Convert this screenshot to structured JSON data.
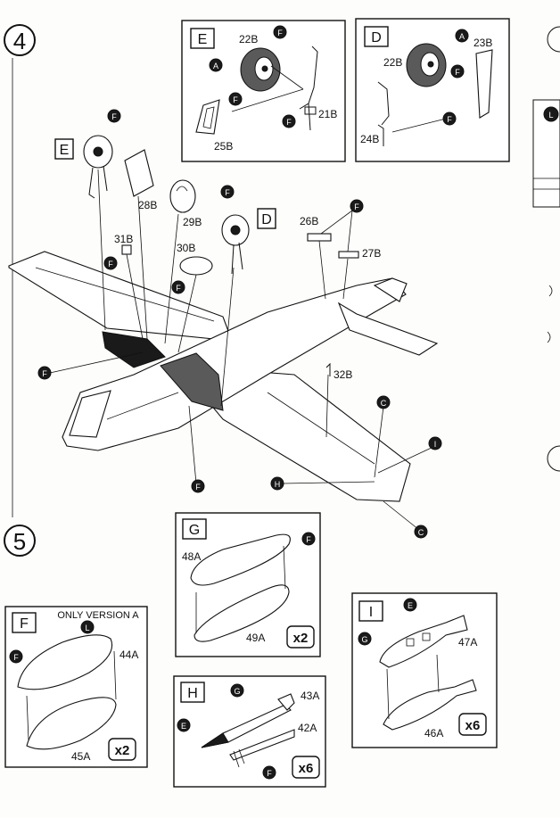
{
  "steps": {
    "s4": "4",
    "s5": "5"
  },
  "callouts": {
    "A": "A",
    "C": "C",
    "D": "D",
    "E": "E",
    "F": "F",
    "G": "G",
    "H": "H",
    "I": "I",
    "L": "L"
  },
  "insets": {
    "E": {
      "title": "E",
      "parts": [
        "22B",
        "21B",
        "25B"
      ]
    },
    "D": {
      "title": "D",
      "parts": [
        "22B",
        "23B",
        "24B"
      ]
    },
    "F": {
      "title": "F",
      "note": "ONLY VERSION A",
      "parts": [
        "44A",
        "45A"
      ],
      "qty": "x2"
    },
    "G": {
      "title": "G",
      "parts": [
        "48A",
        "49A"
      ],
      "qty": "x2"
    },
    "H": {
      "title": "H",
      "parts": [
        "43A",
        "42A"
      ],
      "qty": "x6"
    },
    "I": {
      "title": "I",
      "parts": [
        "47A",
        "46A"
      ],
      "qty": "x6"
    }
  },
  "main": {
    "label_E": "E",
    "label_D": "D",
    "parts": [
      "28B",
      "29B",
      "31B",
      "30B",
      "26B",
      "27B",
      "32B"
    ]
  }
}
